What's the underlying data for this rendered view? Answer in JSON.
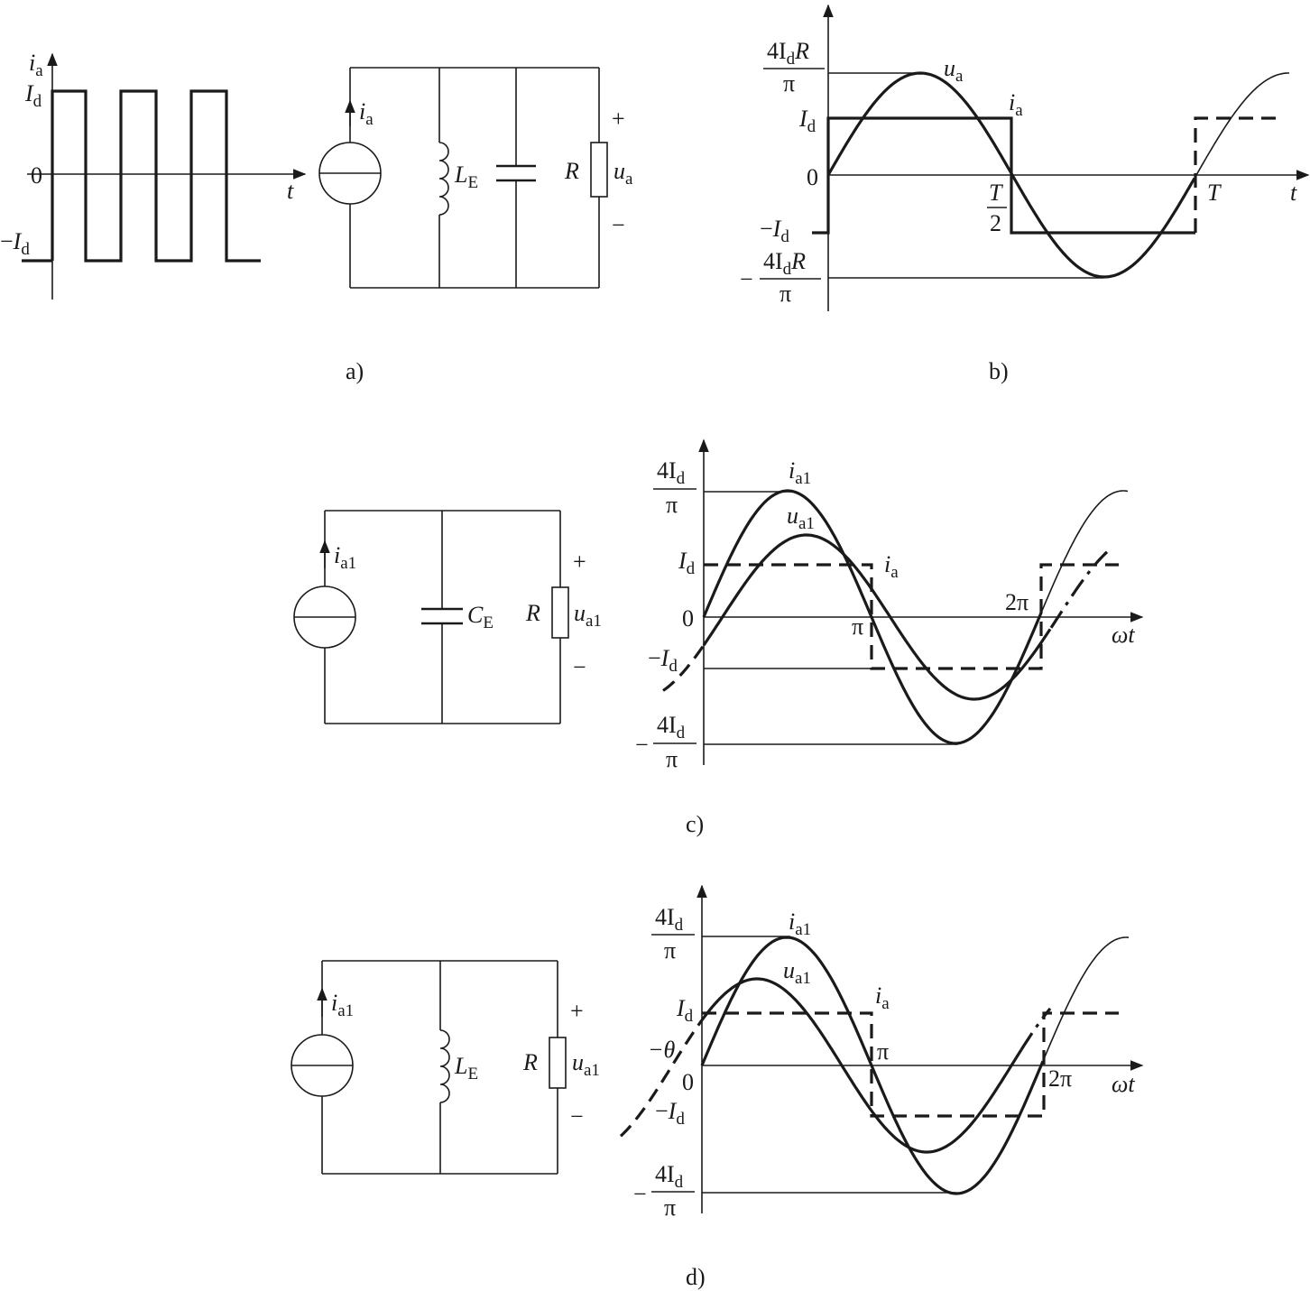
{
  "panels": {
    "a": {
      "caption": "a)",
      "wave_labels": {
        "ia_main": "i",
        "ia_sub": "a",
        "Id_main": "I",
        "Id_sub": "d",
        "zero": "0",
        "minus_Id_prefix": "−",
        "minus_Id_main": "I",
        "minus_Id_sub": "d",
        "t": "t"
      },
      "circuit_labels": {
        "source_main": "i",
        "source_sub": "a",
        "L_main": "L",
        "L_sub": "E",
        "R": "R",
        "u_main": "u",
        "u_sub": "a",
        "plus": "+",
        "minus": "−"
      }
    },
    "b": {
      "caption": "b)",
      "labels": {
        "top_num": "4I",
        "top_num_sub": "d",
        "top_num_R": "R",
        "pi": "π",
        "Id_main": "I",
        "Id_sub": "d",
        "zero": "0",
        "mId_prefix": "−",
        "mId_main": "I",
        "mId_sub": "d",
        "minus": "−",
        "T_half_num": "T",
        "T_half_den": "2",
        "T": "T",
        "t": "t",
        "ua_main": "u",
        "ua_sub": "a",
        "ia_main": "i",
        "ia_sub": "a"
      }
    },
    "c": {
      "caption": "c)",
      "circuit_labels": {
        "source_main": "i",
        "source_sub": "a1",
        "C_main": "C",
        "C_sub": "E",
        "R": "R",
        "u_main": "u",
        "u_sub": "a1",
        "plus": "+",
        "minus": "−"
      },
      "wave_labels": {
        "top_num": "4I",
        "top_num_sub": "d",
        "pi": "π",
        "Id_main": "I",
        "Id_sub": "d",
        "zero": "0",
        "mId_prefix": "−",
        "mId_main": "I",
        "mId_sub": "d",
        "minus": "−",
        "pi_tick": "π",
        "two_pi": "2π",
        "wt": "ωt",
        "ia1_main": "i",
        "ia1_sub": "a1",
        "ua1_main": "u",
        "ua1_sub": "a1",
        "ia_main": "i",
        "ia_sub": "a"
      }
    },
    "d": {
      "caption": "d)",
      "circuit_labels": {
        "source_main": "i",
        "source_sub": "a1",
        "L_main": "L",
        "L_sub": "E",
        "R": "R",
        "u_main": "u",
        "u_sub": "a1",
        "plus": "+",
        "minus": "−"
      },
      "wave_labels": {
        "top_num": "4I",
        "top_num_sub": "d",
        "pi": "π",
        "Id_main": "I",
        "Id_sub": "d",
        "theta": "−θ",
        "zero": "0",
        "mId_prefix": "−",
        "mId_main": "I",
        "mId_sub": "d",
        "minus": "−",
        "pi_tick": "π",
        "two_pi": "2π",
        "wt": "ωt",
        "ia1_main": "i",
        "ia1_sub": "a1",
        "ua1_main": "u",
        "ua1_sub": "a1",
        "ia_main": "i",
        "ia_sub": "a"
      }
    }
  }
}
